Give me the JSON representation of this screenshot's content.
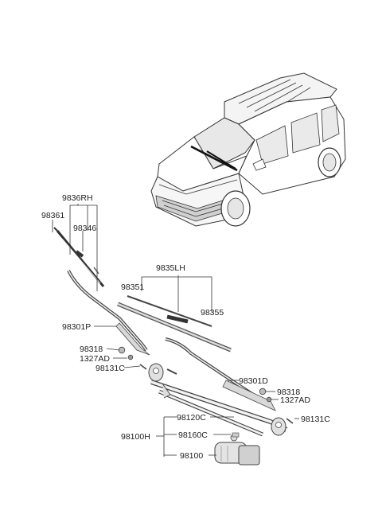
{
  "labels": {
    "p9836RH": "9836RH",
    "p98361": "98361",
    "p98346": "98346",
    "p9835LH": "9835LH",
    "p98351": "98351",
    "p98355": "98355",
    "p98301P": "98301P",
    "p98318_l": "98318",
    "p1327AD_l": "1327AD",
    "p98131C_l": "98131C",
    "p98301D": "98301D",
    "p98318_r": "98318",
    "p1327AD_r": "1327AD",
    "p98131C_r": "98131C",
    "p98120C": "98120C",
    "p98100H": "98100H",
    "p98160C": "98160C",
    "p98100": "98100"
  }
}
